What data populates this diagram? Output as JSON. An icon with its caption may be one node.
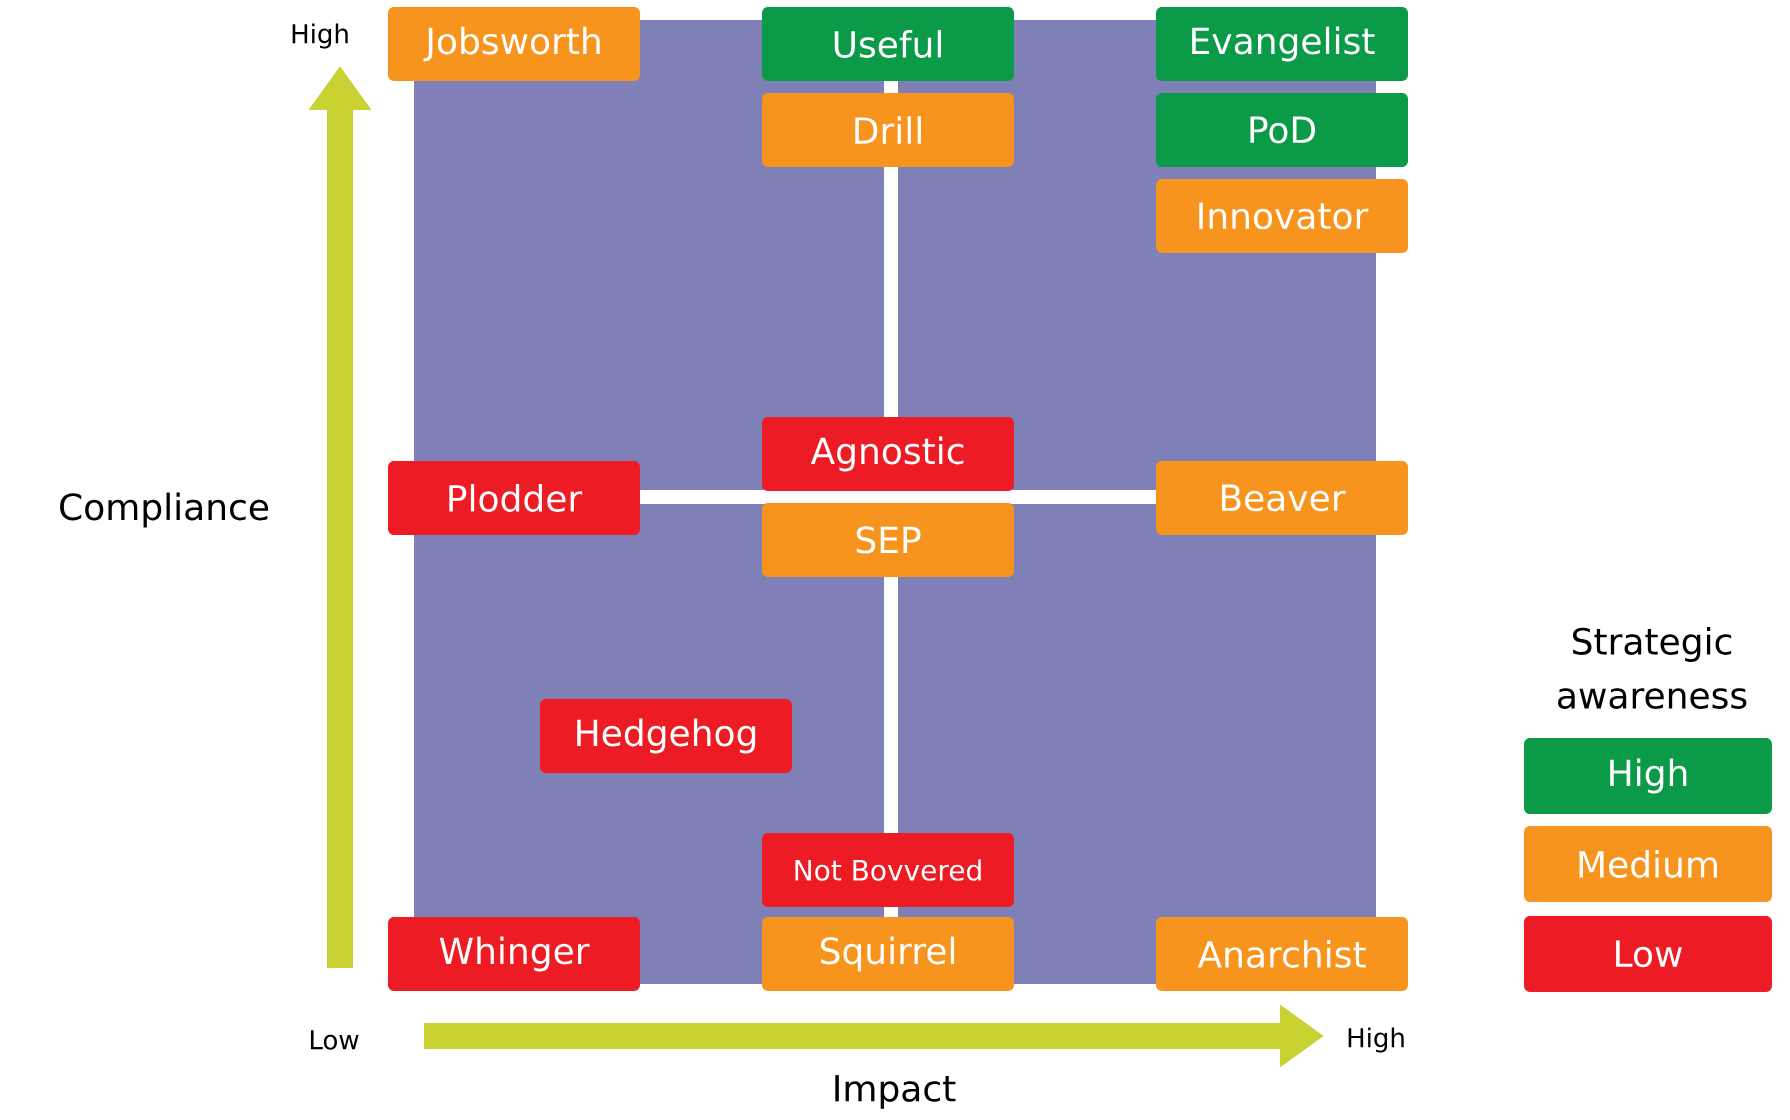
{
  "diagram": {
    "nodes": [
      {
        "text": [
          "Jobsworth"
        ]
      },
      {
        "text": [
          "Useful"
        ]
      },
      {
        "text": [
          "Evangelist"
        ]
      },
      {
        "text": [
          "Drill"
        ]
      },
      {
        "text": [
          "PoD"
        ]
      },
      {
        "text": [
          "Innovator"
        ]
      },
      {
        "text": [
          "Agnostic"
        ]
      },
      {
        "text": [
          "Plodder"
        ]
      },
      {
        "text": [
          "Beaver"
        ]
      },
      {
        "text": [
          "SEP"
        ]
      },
      {
        "text": [
          "Hedgehog"
        ]
      },
      {
        "text": [
          "Not Bovvered"
        ]
      },
      {
        "text": [
          "Whinger"
        ]
      },
      {
        "text": [
          "Squirrel"
        ]
      },
      {
        "text": [
          "Anarchist"
        ]
      }
    ],
    "labels": [
      "High",
      "Compliance",
      "Strategic awareness",
      "Low",
      "High",
      "Impact"
    ],
    "legend": [
      {
        "text": "High",
        "color": "#0a9a48"
      },
      {
        "text": "Medium",
        "color": "#f7941d"
      },
      {
        "text": "Low",
        "color": "#ed1c24"
      }
    ]
  }
}
